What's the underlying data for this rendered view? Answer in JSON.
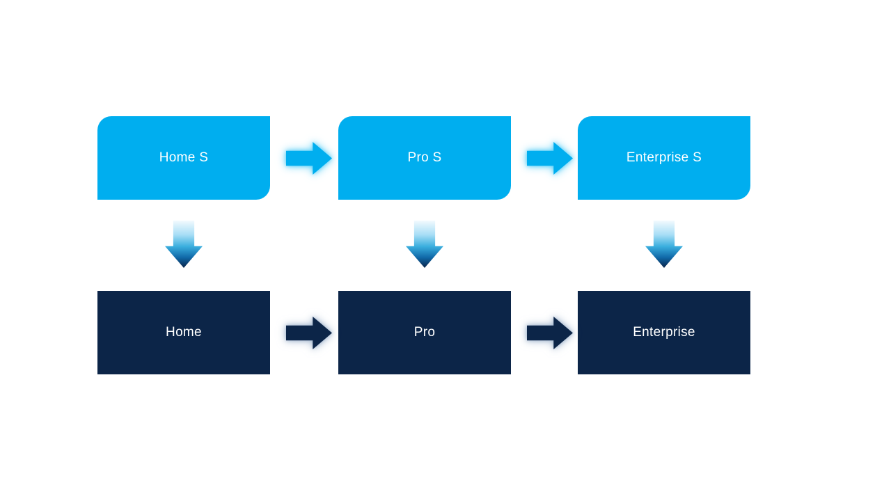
{
  "diagram": {
    "top_row": [
      {
        "label": "Home S"
      },
      {
        "label": "Pro S"
      },
      {
        "label": "Enterprise S"
      }
    ],
    "bottom_row": [
      {
        "label": "Home"
      },
      {
        "label": "Pro"
      },
      {
        "label": "Enterprise"
      }
    ],
    "icons": {
      "horizontal_connector": "right-arrow-icon",
      "vertical_connector": "down-arrow-icon"
    },
    "colors": {
      "background": "#FFFFFF",
      "top_box": "#00AEEF",
      "bottom_box": "#0C2548",
      "label_text": "#FFFFFF",
      "top_arrow": "#00AEEF",
      "top_arrow_glow": "#44C8F5BF",
      "bottom_arrow": "#0C2548",
      "bottom_arrow_glow": "#8FA6C4B3",
      "down_grad_top": "#F2FAFE",
      "down_grad_mid1": "#A8DEF6",
      "down_grad_mid2": "#3AAEDE",
      "down_grad_mid3": "#1069A8",
      "down_grad_tip": "#0A2348"
    }
  }
}
